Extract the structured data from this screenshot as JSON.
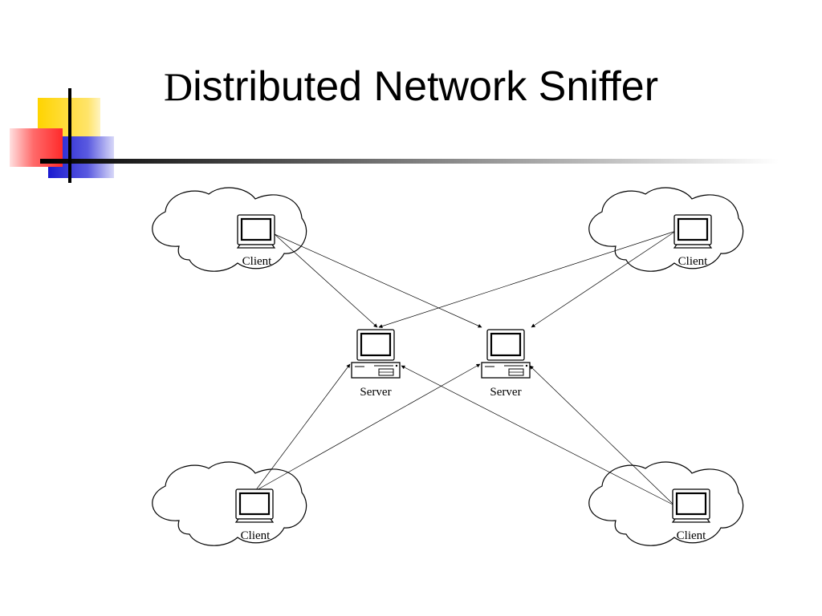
{
  "slide": {
    "title_initial": "D",
    "title_rest": "istributed Network Sniffer"
  },
  "diagram": {
    "nodes": {
      "client_top_left": {
        "label": "Client"
      },
      "client_top_right": {
        "label": "Client"
      },
      "client_bottom_left": {
        "label": "Client"
      },
      "client_bottom_right": {
        "label": "Client"
      },
      "server_left": {
        "label": "Server"
      },
      "server_right": {
        "label": "Server"
      }
    },
    "connections": [
      {
        "from": "client_top_left",
        "to": "server_left"
      },
      {
        "from": "client_top_left",
        "to": "server_right"
      },
      {
        "from": "client_top_right",
        "to": "server_left"
      },
      {
        "from": "client_top_right",
        "to": "server_right"
      },
      {
        "from": "client_bottom_left",
        "to": "server_left"
      },
      {
        "from": "client_bottom_left",
        "to": "server_right"
      },
      {
        "from": "client_bottom_right",
        "to": "server_left"
      },
      {
        "from": "client_bottom_right",
        "to": "server_right"
      }
    ]
  },
  "colors": {
    "deco_yellow": "#ffd700",
    "deco_red": "#ff3b3b",
    "deco_blue": "#2b2bd6",
    "line": "#000000"
  }
}
